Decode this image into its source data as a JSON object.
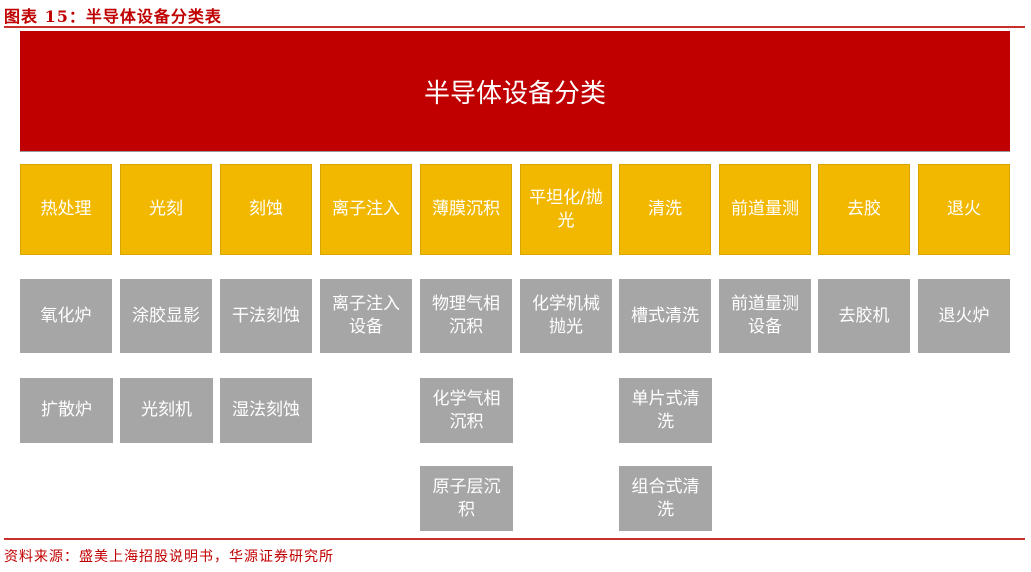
{
  "title": "图表 15：半导体设备分类表",
  "banner": "半导体设备分类",
  "categories": [
    {
      "label": "热处理",
      "devices": [
        "氧化炉",
        "扩散炉"
      ]
    },
    {
      "label": "光刻",
      "devices": [
        "涂胶显影",
        "光刻机"
      ]
    },
    {
      "label": "刻蚀",
      "devices": [
        "干法刻蚀",
        "湿法刻蚀"
      ]
    },
    {
      "label": "离子注入",
      "devices": [
        "离子注入设备"
      ]
    },
    {
      "label": "薄膜沉积",
      "devices": [
        "物理气相沉积",
        "化学气相沉积",
        "原子层沉积"
      ]
    },
    {
      "label": "平坦化/抛光",
      "devices": [
        "化学机械抛光"
      ]
    },
    {
      "label": "清洗",
      "devices": [
        "槽式清洗",
        "单片式清洗",
        "组合式清洗"
      ]
    },
    {
      "label": "前道量测",
      "devices": [
        "前道量测设备"
      ]
    },
    {
      "label": "去胶",
      "devices": [
        "去胶机"
      ]
    },
    {
      "label": "退火",
      "devices": [
        "退火炉"
      ]
    }
  ],
  "colors": {
    "banner": "#c00000",
    "category": "#f2b800",
    "device": "#a6a6a6"
  },
  "source": "资料来源：盛美上海招股说明书，华源证券研究所"
}
